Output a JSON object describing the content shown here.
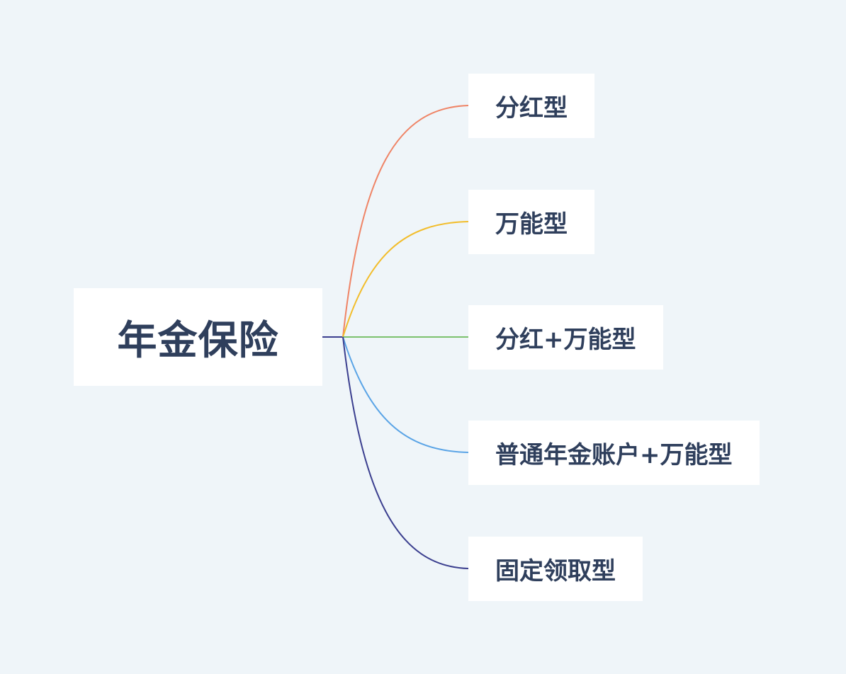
{
  "mindmap": {
    "root": {
      "label": "年金保险",
      "line_color": "#3b3f8f"
    },
    "branches": [
      {
        "label": "分红型",
        "color": "#ef8466"
      },
      {
        "label": "万能型",
        "color": "#f2bd2b"
      },
      {
        "label": "分红+万能型",
        "color": "#7cc16e"
      },
      {
        "label": "普通年金账户+万能型",
        "color": "#5aa4e6"
      },
      {
        "label": "固定领取型",
        "color": "#3b3f8f"
      }
    ]
  }
}
